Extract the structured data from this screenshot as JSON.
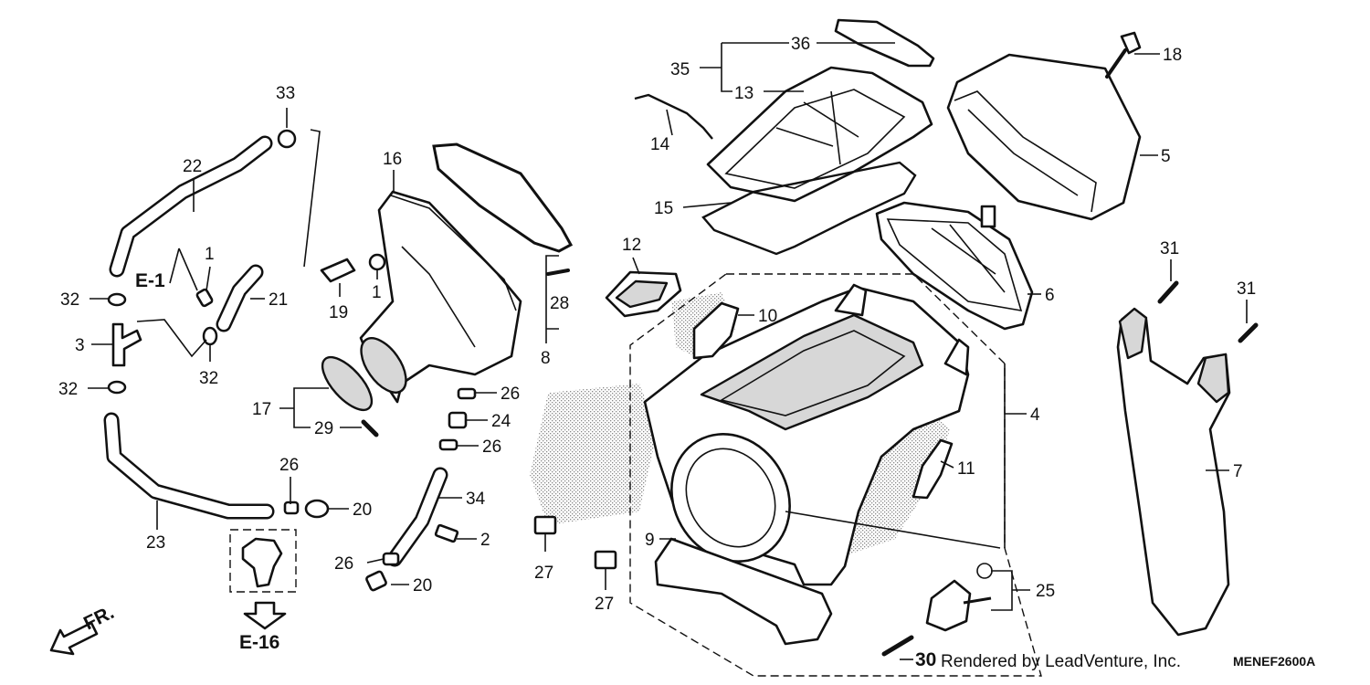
{
  "diagram": {
    "callouts": [
      {
        "id": "36",
        "text": "36"
      },
      {
        "id": "35",
        "text": "35"
      },
      {
        "id": "13",
        "text": "13"
      },
      {
        "id": "18",
        "text": "18"
      },
      {
        "id": "33",
        "text": "33"
      },
      {
        "id": "22",
        "text": "22"
      },
      {
        "id": "16",
        "text": "16"
      },
      {
        "id": "14",
        "text": "14"
      },
      {
        "id": "5",
        "text": "5"
      },
      {
        "id": "15",
        "text": "15"
      },
      {
        "id": "12",
        "text": "12"
      },
      {
        "id": "1a",
        "text": "1"
      },
      {
        "id": "1b",
        "text": "1"
      },
      {
        "id": "31a",
        "text": "31"
      },
      {
        "id": "31b",
        "text": "31"
      },
      {
        "id": "28",
        "text": "28"
      },
      {
        "id": "32a",
        "text": "32"
      },
      {
        "id": "21",
        "text": "21"
      },
      {
        "id": "19",
        "text": "19"
      },
      {
        "id": "6",
        "text": "6"
      },
      {
        "id": "10",
        "text": "10"
      },
      {
        "id": "3",
        "text": "3"
      },
      {
        "id": "8",
        "text": "8"
      },
      {
        "id": "32b",
        "text": "32"
      },
      {
        "id": "32c",
        "text": "32"
      },
      {
        "id": "26a",
        "text": "26"
      },
      {
        "id": "17",
        "text": "17"
      },
      {
        "id": "24",
        "text": "24"
      },
      {
        "id": "4",
        "text": "4"
      },
      {
        "id": "29",
        "text": "29"
      },
      {
        "id": "26b",
        "text": "26"
      },
      {
        "id": "26c",
        "text": "26"
      },
      {
        "id": "11",
        "text": "11"
      },
      {
        "id": "7",
        "text": "7"
      },
      {
        "id": "34",
        "text": "34"
      },
      {
        "id": "20a",
        "text": "20"
      },
      {
        "id": "23",
        "text": "23"
      },
      {
        "id": "2",
        "text": "2"
      },
      {
        "id": "9",
        "text": "9"
      },
      {
        "id": "27a",
        "text": "27"
      },
      {
        "id": "26d",
        "text": "26"
      },
      {
        "id": "20b",
        "text": "20"
      },
      {
        "id": "25",
        "text": "25"
      },
      {
        "id": "27b",
        "text": "27"
      },
      {
        "id": "30",
        "text": "30"
      }
    ],
    "refs": {
      "e1": "E-1",
      "e16": "E-16"
    },
    "direction": "FR.",
    "credit": "Rendered by LeadVenture, Inc.",
    "code": "MENEF2600A"
  }
}
